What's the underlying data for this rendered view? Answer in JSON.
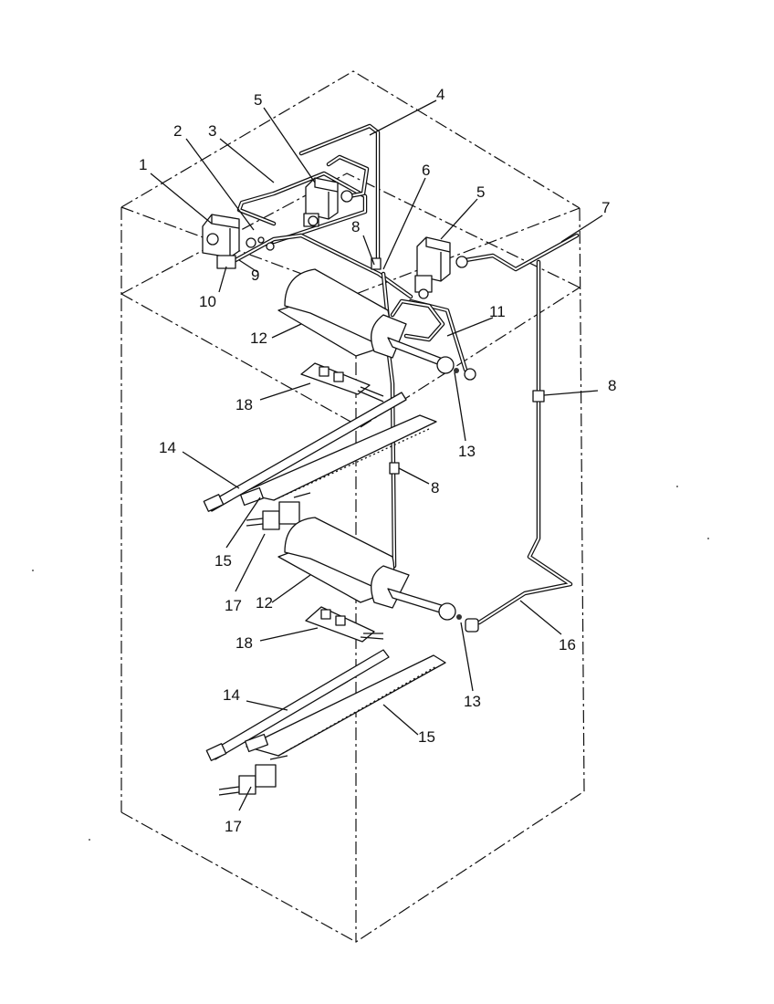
{
  "callouts": [
    {
      "id": "c1",
      "text": "1"
    },
    {
      "id": "c2",
      "text": "2"
    },
    {
      "id": "c3",
      "text": "3"
    },
    {
      "id": "c4",
      "text": "4"
    },
    {
      "id": "c5a",
      "text": "5"
    },
    {
      "id": "c5b",
      "text": "5"
    },
    {
      "id": "c6",
      "text": "6"
    },
    {
      "id": "c7",
      "text": "7"
    },
    {
      "id": "c8a",
      "text": "8"
    },
    {
      "id": "c8b",
      "text": "8"
    },
    {
      "id": "c8c",
      "text": "8"
    },
    {
      "id": "c9",
      "text": "9"
    },
    {
      "id": "c10",
      "text": "10"
    },
    {
      "id": "c11",
      "text": "11"
    },
    {
      "id": "c12a",
      "text": "12"
    },
    {
      "id": "c12b",
      "text": "12"
    },
    {
      "id": "c13a",
      "text": "13"
    },
    {
      "id": "c13b",
      "text": "13"
    },
    {
      "id": "c14a",
      "text": "14"
    },
    {
      "id": "c14b",
      "text": "14"
    },
    {
      "id": "c15a",
      "text": "15"
    },
    {
      "id": "c15b",
      "text": "15"
    },
    {
      "id": "c16",
      "text": "16"
    },
    {
      "id": "c17a",
      "text": "17"
    },
    {
      "id": "c17b",
      "text": "17"
    },
    {
      "id": "c18a",
      "text": "18"
    },
    {
      "id": "c18b",
      "text": "18"
    }
  ]
}
